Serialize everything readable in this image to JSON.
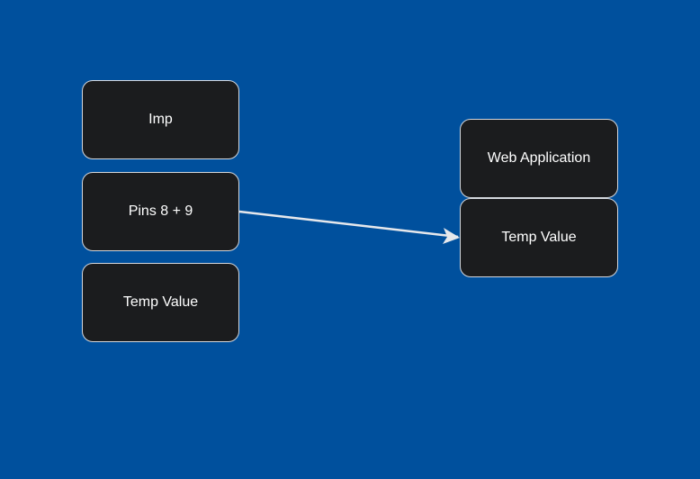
{
  "diagram": {
    "nodes": {
      "imp": "Imp",
      "pins": "Pins 8 + 9",
      "temp_left": "Temp Value",
      "webapp": "Web Application",
      "temp_right": "Temp Value"
    },
    "edges": [
      {
        "from": "Pins 8 + 9",
        "to": "Temp Value (Web Application)"
      }
    ]
  },
  "colors": {
    "background": "#00509d",
    "node_fill": "#1b1c1e",
    "node_border": "#d4d8de",
    "text": "#ffffff",
    "arrow": "#e6e8ec"
  }
}
